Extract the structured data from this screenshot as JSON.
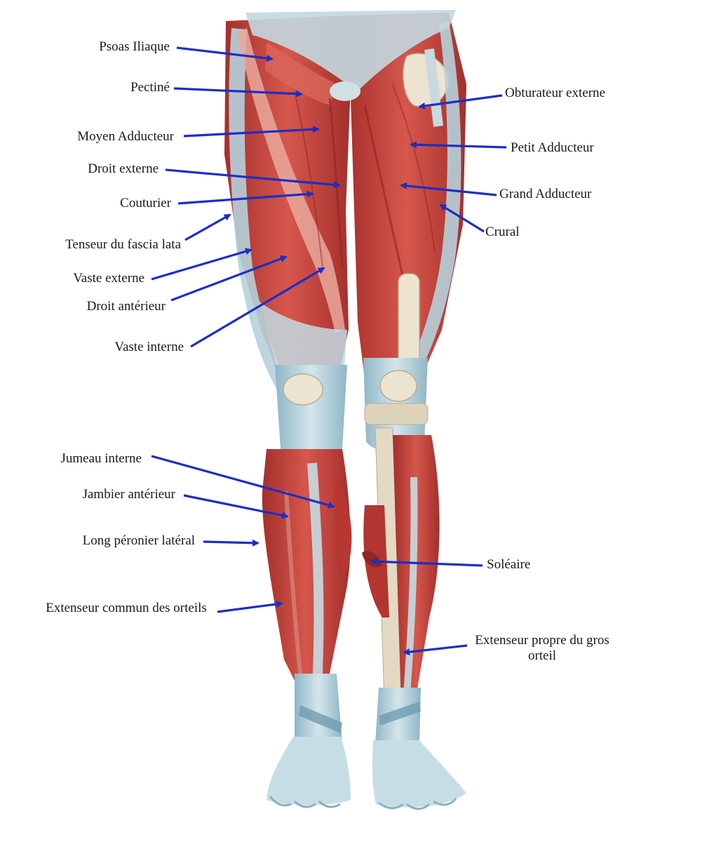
{
  "colors": {
    "muscle": "#c9453f",
    "muscle_dark": "#9e2a28",
    "muscle_light": "#e27a6d",
    "tendon": "#b9d3dc",
    "tendon_shade": "#7fa9ba",
    "bone": "#e9e2cf",
    "arrow": "#1c2fc4"
  },
  "labels": {
    "psoas": "Psoas Iliaque",
    "pectine": "Pectiné",
    "moyen_adducteur": "Moyen Adducteur",
    "droit_externe": "Droit externe",
    "couturier": "Couturier",
    "tenseur": "Tenseur du fascia lata",
    "vaste_externe": "Vaste externe",
    "droit_anterieur": "Droit antérieur",
    "vaste_interne": "Vaste interne",
    "jumeau_interne": "Jumeau interne",
    "jambier_anterieur": "Jambier antérieur",
    "long_peronier": "Long péronier latéral",
    "extenseur_commun": "Extenseur commun des orteils",
    "obturateur": "Obturateur externe",
    "petit_adducteur": "Petit Adducteur",
    "grand_adducteur": "Grand Adducteur",
    "crural": "Crural",
    "soleaire": "Soléaire",
    "extenseur_propre": "Extenseur propre du gros orteil"
  }
}
